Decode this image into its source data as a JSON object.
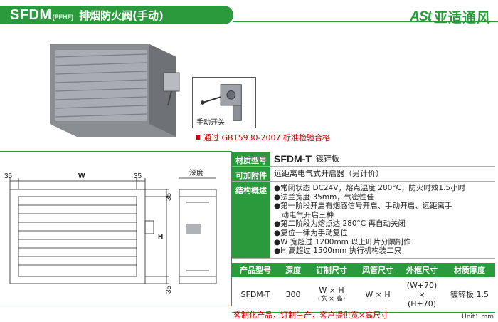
{
  "header": {
    "model": "SFDM",
    "model_sub": "(PFHF)",
    "name": "排烟防火阀(手动)"
  },
  "brand": {
    "mark": "ASt",
    "name": "亚适通风"
  },
  "inset": {
    "caption": "手动开关"
  },
  "certification": "通过 GB15930-2007 标准检验合格",
  "drawing": {
    "width_label": "W",
    "height_label": "H",
    "margin_left": "35",
    "margin_right": "35",
    "margin_top": "35",
    "margin_bottom": "35",
    "depth_label": "深度"
  },
  "spec": {
    "material_label": "材质型号",
    "model_code": "SFDM-T",
    "material_value": "镀锌板",
    "accessory_label": "可加附件",
    "accessory_value": "远距离电气式开启器（另计价）",
    "structure_label": "结构概述",
    "structure_items": [
      "●常闭状态 DC24V，熔点温度 280°C，防火时效1.5小时",
      "●法兰宽度 35mm，气密性佳",
      "●第一阶段开启有烟感信号开启、手动开启、远距离手",
      "　动电气开启三种",
      "●第二阶段为熔点达 280°C 再自动关闭",
      "●复位一律为手动复位",
      "●W 宽超过 1200mm 以上叶片分隔制作",
      "●H 高超过 1500mm 执行机构装二只"
    ]
  },
  "dims_table": {
    "headers": [
      "产品型号",
      "深度",
      "订制尺寸",
      "风管尺寸",
      "外框尺寸",
      "材质厚度"
    ],
    "row": {
      "model": "SFDM-T",
      "depth": "300",
      "custom_size": "W × H",
      "custom_size_note": "(宽 × 高)",
      "duct_size": "W × H",
      "frame_w": "(W+70)",
      "frame_x": "×",
      "frame_h": "(H+70)",
      "thickness": "镀锌板 1.5"
    }
  },
  "footer": "客制化产品，订制生产，客户提供宽×高尺寸",
  "unit": "Unit：mm",
  "colors": {
    "brand_green": "#2a9a3c",
    "alert_red": "#cc0000"
  }
}
